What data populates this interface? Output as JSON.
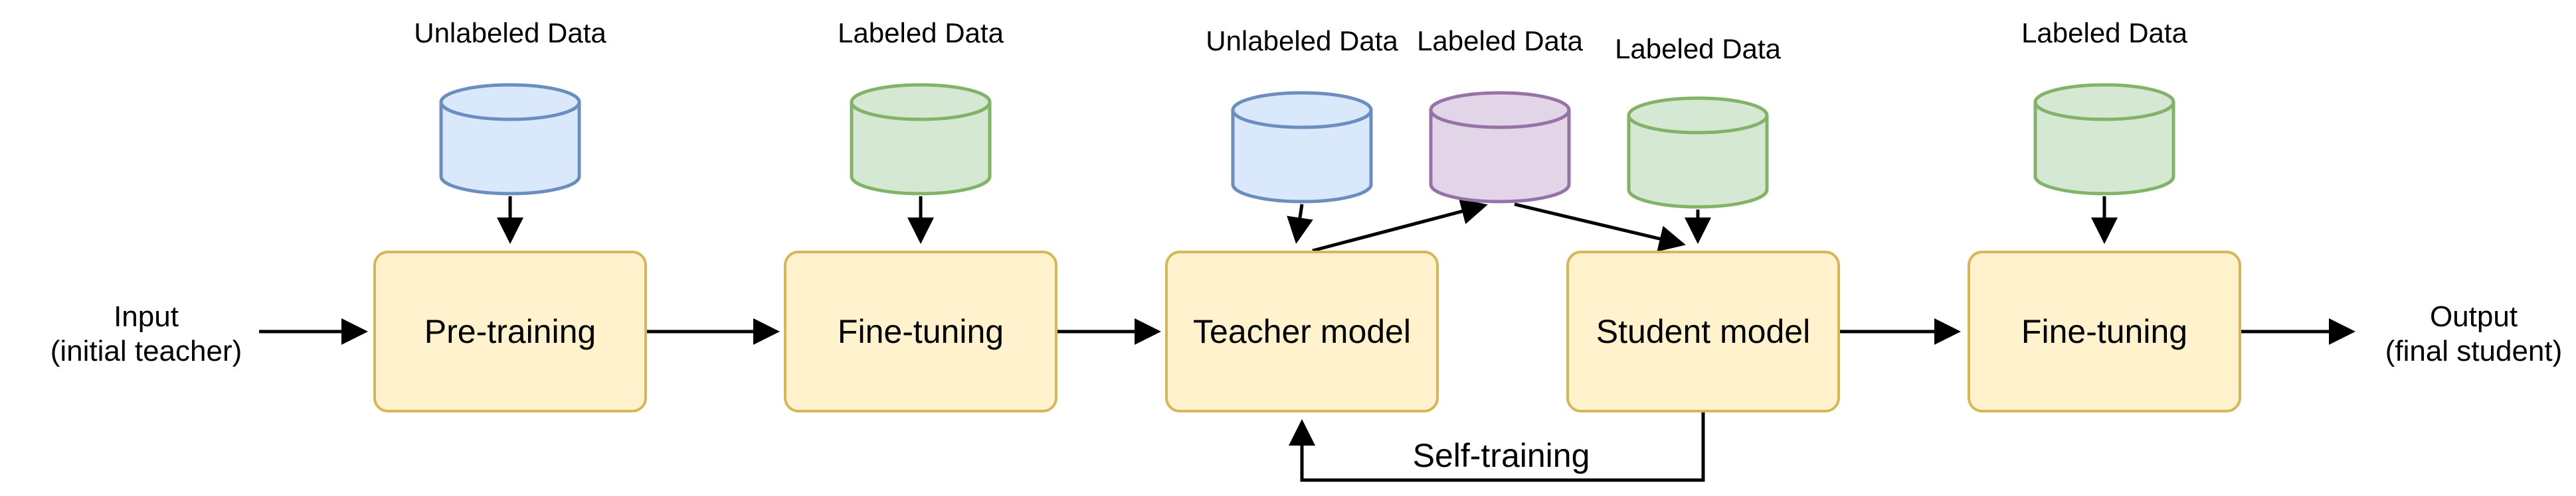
{
  "diagram": {
    "terminals": {
      "input": {
        "line1": "Input",
        "line2": "(initial teacher)"
      },
      "output": {
        "line1": "Output",
        "line2": "(final student)"
      }
    },
    "nodes": [
      {
        "label": "Pre-training"
      },
      {
        "label": "Fine-tuning"
      },
      {
        "label": "Teacher model"
      },
      {
        "label": "Student model"
      },
      {
        "label": "Fine-tuning"
      }
    ],
    "datastores": [
      {
        "label": "Unlabeled Data",
        "kind": "unlabeled"
      },
      {
        "label": "Labeled Data",
        "kind": "labeled"
      },
      {
        "label": "Unlabeled Data",
        "kind": "unlabeled"
      },
      {
        "label": "Labeled Data",
        "kind": "pseudo-labeled"
      },
      {
        "label": "Labeled Data",
        "kind": "labeled"
      },
      {
        "label": "Labeled Data",
        "kind": "labeled"
      }
    ],
    "edge_labels": {
      "self_training": "Self-training"
    },
    "colors": {
      "process_fill": "#FFF2CC",
      "process_stroke": "#D6B656",
      "unlabeled_fill": "#DAE8FC",
      "unlabeled_stroke": "#6C8EBF",
      "labeled_fill": "#D5E8D4",
      "labeled_stroke": "#82B366",
      "pseudo_labeled_fill": "#E1D5E7",
      "pseudo_labeled_stroke": "#9673A6",
      "arrow": "#000000",
      "background": "#FFFFFF"
    }
  }
}
